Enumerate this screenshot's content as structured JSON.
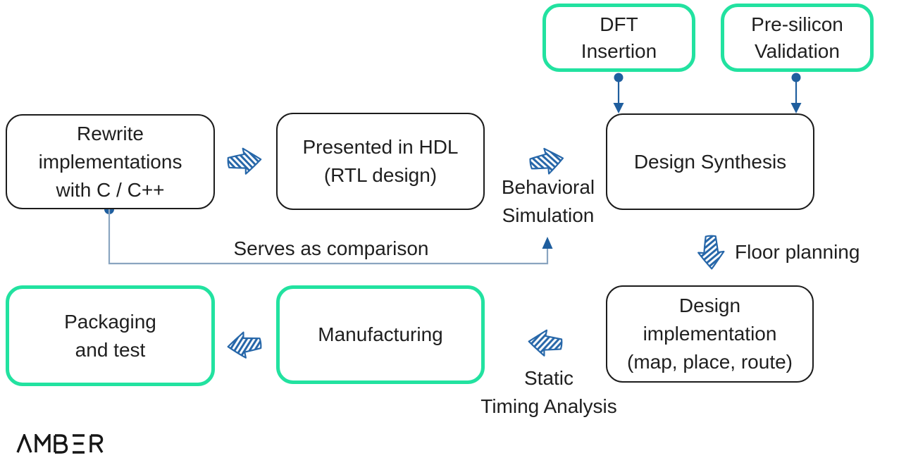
{
  "colors": {
    "background": "#ffffff",
    "accent_green": "#22e2a0",
    "node_border": "#1c1c1c",
    "text": "#1f1f1f",
    "scribble_blue": "#2767a9",
    "connector_blue": "#1f5e9e",
    "feedback_line": "#8aa5c0"
  },
  "nodes": {
    "rewrite": {
      "label": "Rewrite\nimplementations\nwith C / C++"
    },
    "hdl": {
      "label": "Presented in HDL\n(RTL design)"
    },
    "synthesis": {
      "label": "Design Synthesis"
    },
    "dft": {
      "label": "DFT\nInsertion"
    },
    "presilicon": {
      "label": "Pre-silicon\nValidation"
    },
    "implementation": {
      "label": "Design\nimplementation\n(map, place, route)"
    },
    "manufacturing": {
      "label": "Manufacturing"
    },
    "packaging": {
      "label": "Packaging\nand test"
    }
  },
  "labels": {
    "behavioral_simulation": "Behavioral\nSimulation",
    "serves_as_comparison": "Serves as comparison",
    "floor_planning": "Floor planning",
    "static_timing_analysis": "Static\nTiming Analysis"
  },
  "icons": {
    "right_arrow": "sketch-right-arrow",
    "left_arrow": "sketch-left-arrow",
    "down_arrow": "sketch-down-arrow"
  },
  "logo": {
    "text": "AMBER"
  }
}
